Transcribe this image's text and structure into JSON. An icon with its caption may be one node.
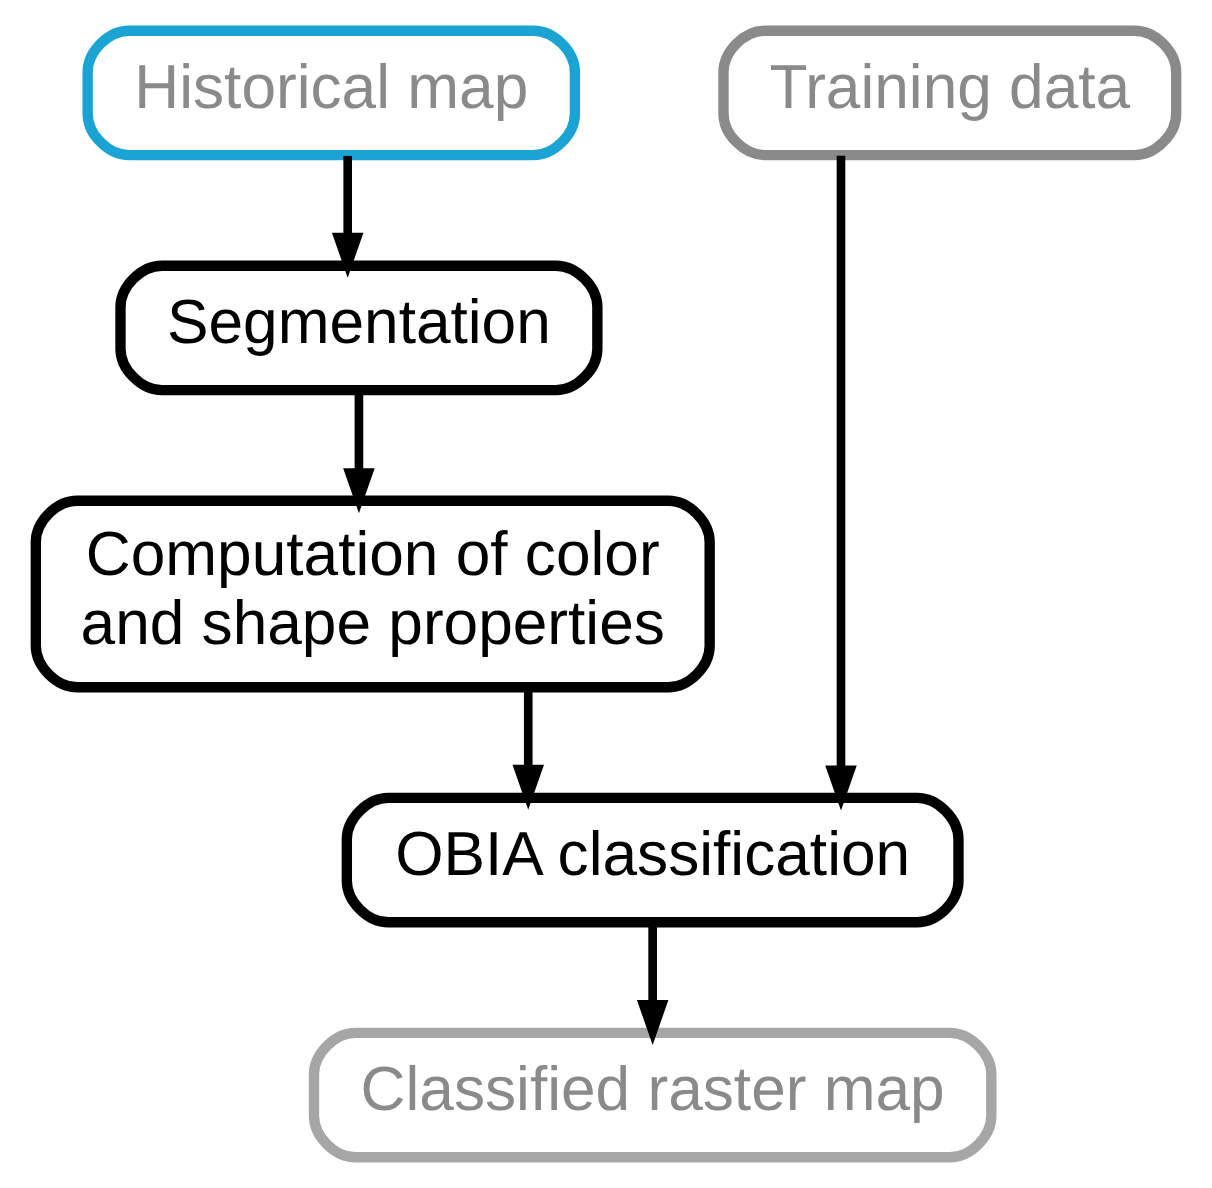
{
  "diagram": {
    "nodes": [
      {
        "text": [
          "Historical map"
        ]
      },
      {
        "text": [
          "Training data"
        ]
      },
      {
        "text": [
          "Segmentation"
        ]
      },
      {
        "text": [
          "Computation of color and shape properties"
        ]
      },
      {
        "text": [
          "OBIA classification"
        ]
      },
      {
        "text": [
          "Classified raster map"
        ]
      }
    ],
    "edges": [
      {
        "from": 0,
        "to": 2,
        "arrow": "to"
      },
      {
        "from": 2,
        "to": 3,
        "arrow": "to"
      },
      {
        "from": 3,
        "to": 4,
        "arrow": "to"
      },
      {
        "from": 1,
        "to": 4,
        "arrow": "to"
      },
      {
        "from": 4,
        "to": 5,
        "arrow": "to"
      }
    ]
  }
}
